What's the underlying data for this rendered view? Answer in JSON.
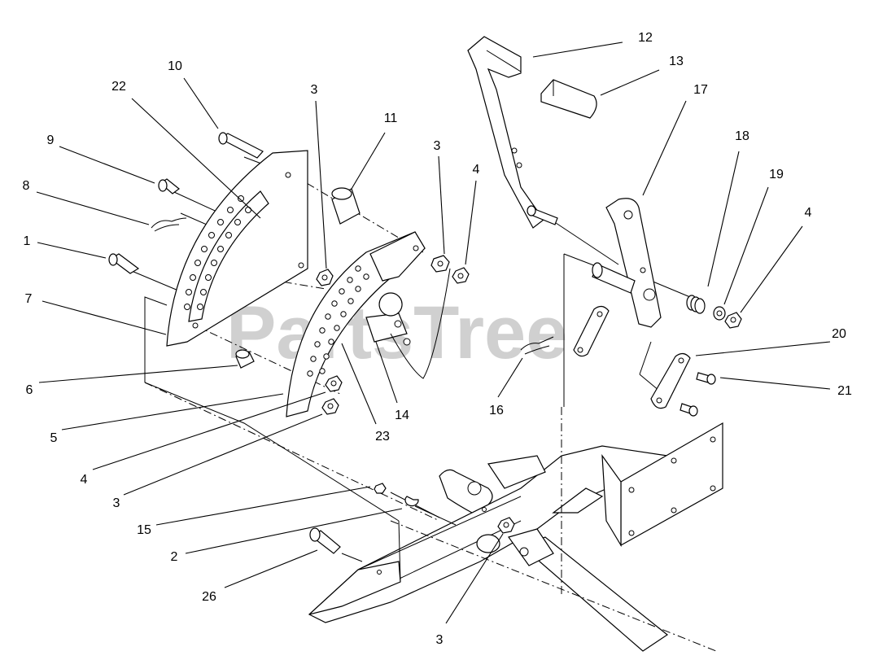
{
  "watermark": "PartsTree",
  "callouts": [
    {
      "id": "c12",
      "text": "12"
    },
    {
      "id": "c13",
      "text": "13"
    },
    {
      "id": "c17",
      "text": "17"
    },
    {
      "id": "c10",
      "text": "10"
    },
    {
      "id": "c22",
      "text": "22"
    },
    {
      "id": "c3a",
      "text": "3"
    },
    {
      "id": "c11",
      "text": "11"
    },
    {
      "id": "c3b",
      "text": "3"
    },
    {
      "id": "c4a",
      "text": "4"
    },
    {
      "id": "c18",
      "text": "18"
    },
    {
      "id": "c19",
      "text": "19"
    },
    {
      "id": "c4b",
      "text": "4"
    },
    {
      "id": "c9",
      "text": "9"
    },
    {
      "id": "c8",
      "text": "8"
    },
    {
      "id": "c1",
      "text": "1"
    },
    {
      "id": "c7",
      "text": "7"
    },
    {
      "id": "c20",
      "text": "20"
    },
    {
      "id": "c21",
      "text": "21"
    },
    {
      "id": "c6",
      "text": "6"
    },
    {
      "id": "c14",
      "text": "14"
    },
    {
      "id": "c16",
      "text": "16"
    },
    {
      "id": "c5",
      "text": "5"
    },
    {
      "id": "c23",
      "text": "23"
    },
    {
      "id": "c4c",
      "text": "4"
    },
    {
      "id": "c3c",
      "text": "3"
    },
    {
      "id": "c15",
      "text": "15"
    },
    {
      "id": "c2",
      "text": "2"
    },
    {
      "id": "c26",
      "text": "26"
    },
    {
      "id": "c3d",
      "text": "3"
    }
  ]
}
